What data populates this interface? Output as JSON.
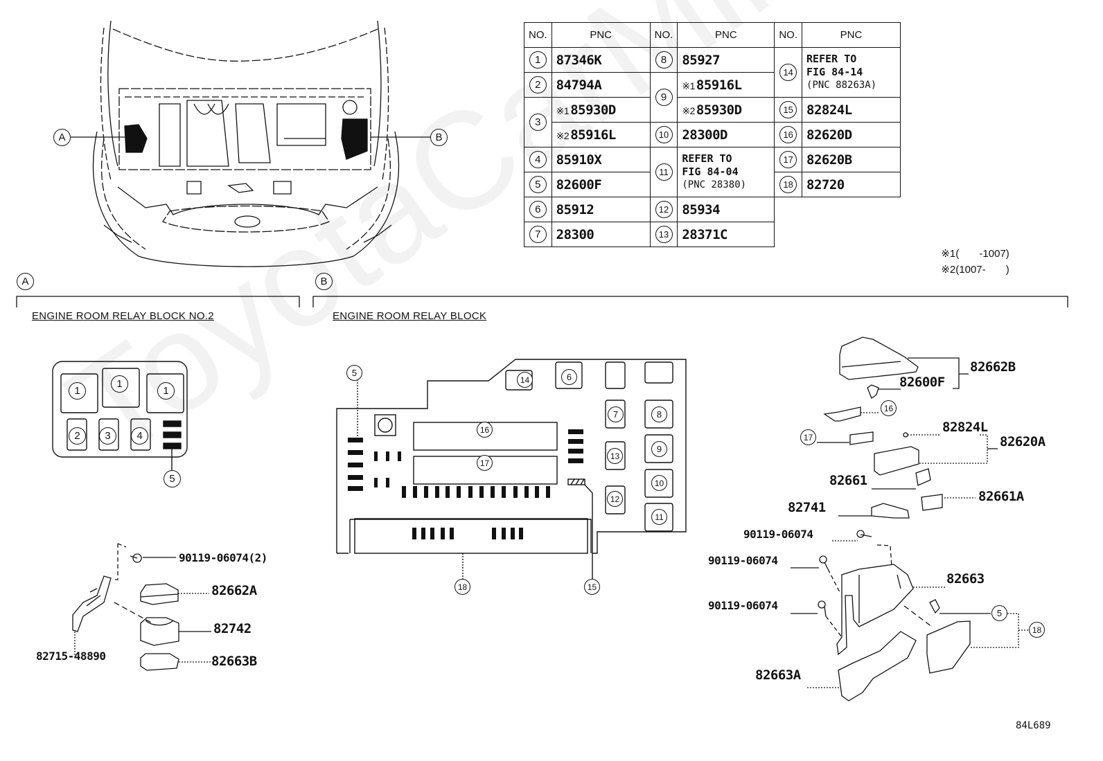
{
  "figure_code": "84L689",
  "watermark": "ToyotaCarMirror.ru",
  "locator": {
    "callout_a": "A",
    "callout_b": "B"
  },
  "pnc_table": {
    "headers": [
      "NO.",
      "PNC",
      "NO.",
      "PNC",
      "NO.",
      "PNC"
    ],
    "rows": [
      {
        "no": "1",
        "pnc": "87346K"
      },
      {
        "no": "2",
        "pnc": "84794A"
      },
      {
        "no": "3",
        "variants": [
          {
            "mark": "※1",
            "pnc": "85930D"
          },
          {
            "mark": "※2",
            "pnc": "85916L"
          }
        ]
      },
      {
        "no": "4",
        "pnc": "85910X"
      },
      {
        "no": "5",
        "pnc": "82600F"
      },
      {
        "no": "6",
        "pnc": "85912"
      },
      {
        "no": "7",
        "pnc": "28300"
      },
      {
        "no": "8",
        "pnc": "85927"
      },
      {
        "no": "9",
        "variants": [
          {
            "mark": "※1",
            "pnc": "85916L"
          },
          {
            "mark": "※2",
            "pnc": "85930D"
          }
        ]
      },
      {
        "no": "10",
        "pnc": "28300D"
      },
      {
        "no": "11",
        "ref_line1": "REFER TO",
        "ref_line2": "FIG 84-04",
        "ref_line3": "(PNC 28380)"
      },
      {
        "no": "12",
        "pnc": "85934"
      },
      {
        "no": "13",
        "pnc": "28371C"
      },
      {
        "no": "14",
        "ref_line1": "REFER TO",
        "ref_line2": "FIG 84-14",
        "ref_line3": "(PNC 88263A)"
      },
      {
        "no": "15",
        "pnc": "82824L"
      },
      {
        "no": "16",
        "pnc": "82620D"
      },
      {
        "no": "17",
        "pnc": "82620B"
      },
      {
        "no": "18",
        "pnc": "82720"
      }
    ]
  },
  "notes": [
    {
      "mark": "※1",
      "text": "(       -1007)"
    },
    {
      "mark": "※2",
      "text": "(1007-       )"
    }
  ],
  "section_a": {
    "callout": "A",
    "title": "ENGINE ROOM RELAY BLOCK NO.2",
    "block_labels": [
      "1",
      "1",
      "1",
      "2",
      "3",
      "4",
      "5"
    ],
    "parts": [
      {
        "label": "90119-06074(2)"
      },
      {
        "label": "82662A"
      },
      {
        "label": "82742"
      },
      {
        "label": "82663B"
      },
      {
        "label": "82715-48890"
      }
    ]
  },
  "section_b": {
    "callout": "B",
    "title": "ENGINE ROOM RELAY BLOCK",
    "block_labels": [
      "5",
      "14",
      "6",
      "7",
      "8",
      "16",
      "17",
      "13",
      "9",
      "10",
      "12",
      "11",
      "18",
      "15"
    ],
    "parts": [
      {
        "label": "82662B"
      },
      {
        "label": "82600F"
      },
      {
        "label": "16"
      },
      {
        "label": "17"
      },
      {
        "label": "82824L"
      },
      {
        "label": "82620A"
      },
      {
        "label": "82661"
      },
      {
        "label": "82661A"
      },
      {
        "label": "82741"
      },
      {
        "label": "90119-06074"
      },
      {
        "label": "90119-06074"
      },
      {
        "label": "82663"
      },
      {
        "label": "90119-06074"
      },
      {
        "label": "5"
      },
      {
        "label": "18"
      },
      {
        "label": "82663A"
      }
    ]
  }
}
